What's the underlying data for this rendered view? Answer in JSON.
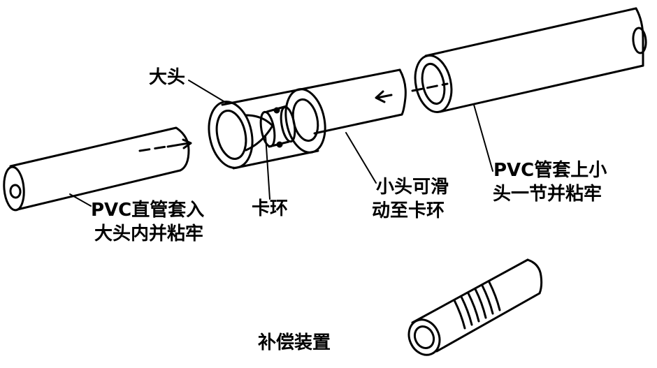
{
  "labels": {
    "big_head": "大头",
    "pvc_straight_line1": "PVC直管套入",
    "pvc_straight_line2": "大头内并粘牢",
    "clip_ring": "卡环",
    "small_head_line1": "小头可滑",
    "small_head_line2": "动至卡环",
    "pvc_sleeve_line1": "PVC管套上小",
    "pvc_sleeve_line2": "头一节并粘牢",
    "compensator": "补偿装置"
  }
}
